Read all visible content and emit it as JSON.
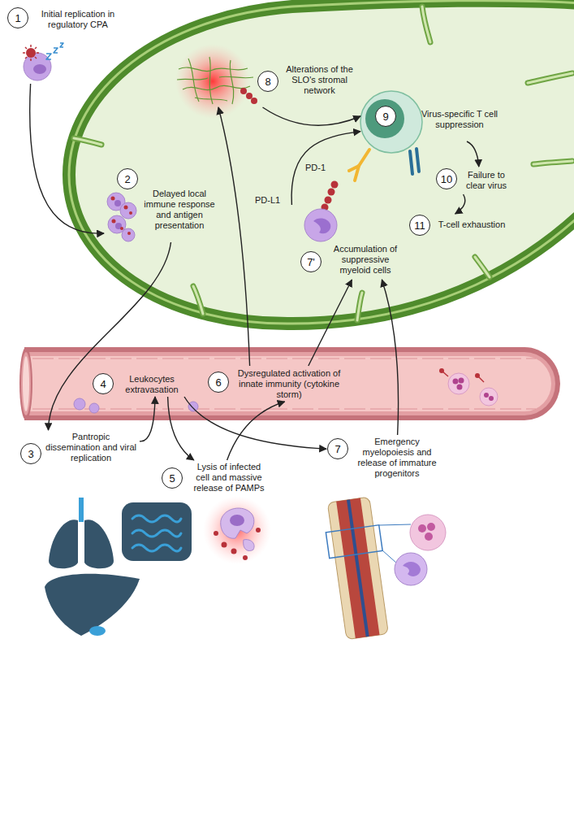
{
  "diagram": {
    "nodes": [
      {
        "text": [
          "1",
          "Initial replication in regulatory CPA"
        ]
      },
      {
        "text": [
          "2",
          "Delayed local immune response and antigen presentation"
        ]
      },
      {
        "text": [
          "3",
          "Pantropic dissemination and viral replication"
        ]
      },
      {
        "text": [
          "4",
          "Leukocytes extravasation"
        ]
      },
      {
        "text": [
          "5",
          "Lysis of infected cell and massive release of PAMPs"
        ]
      },
      {
        "text": [
          "6",
          "Dysregulated activation of innate immunity (cytokine storm)"
        ]
      },
      {
        "text": [
          "7",
          "Emergency myelopoiesis and release of immature progenitors"
        ]
      },
      {
        "text": [
          "7'",
          "Accumulation of suppressive myeloid cells"
        ]
      },
      {
        "text": [
          "8",
          "Alterations of the SLO's stromal network"
        ]
      },
      {
        "text": [
          "9",
          "Virus-specific T cell suppression"
        ]
      },
      {
        "text": [
          "10",
          "Failure to clear virus"
        ]
      },
      {
        "text": [
          "11",
          "T-cell exhaustion"
        ]
      }
    ],
    "edges": [
      {
        "from": 0,
        "to": 1,
        "arrow": "to"
      },
      {
        "from": 1,
        "to": 2,
        "arrow": "to"
      },
      {
        "from": 2,
        "to": 3,
        "arrow": "to"
      },
      {
        "from": 3,
        "to": 4,
        "arrow": "to"
      },
      {
        "from": 4,
        "to": 5,
        "arrow": "to"
      },
      {
        "from": 3,
        "to": 6,
        "arrow": "to"
      },
      {
        "from": 5,
        "to": 8,
        "arrow": "to"
      },
      {
        "from": 5,
        "to": 7,
        "arrow": "to"
      },
      {
        "from": 6,
        "to": 7,
        "arrow": "to"
      },
      {
        "from": 8,
        "to": 9,
        "arrow": "to"
      },
      {
        "from": 7,
        "to": 9,
        "arrow": "to"
      },
      {
        "from": 9,
        "to": 10,
        "arrow": "to"
      },
      {
        "from": 10,
        "to": 11,
        "arrow": "to"
      }
    ],
    "labels": [
      "PD-1",
      "PD-L1"
    ]
  }
}
